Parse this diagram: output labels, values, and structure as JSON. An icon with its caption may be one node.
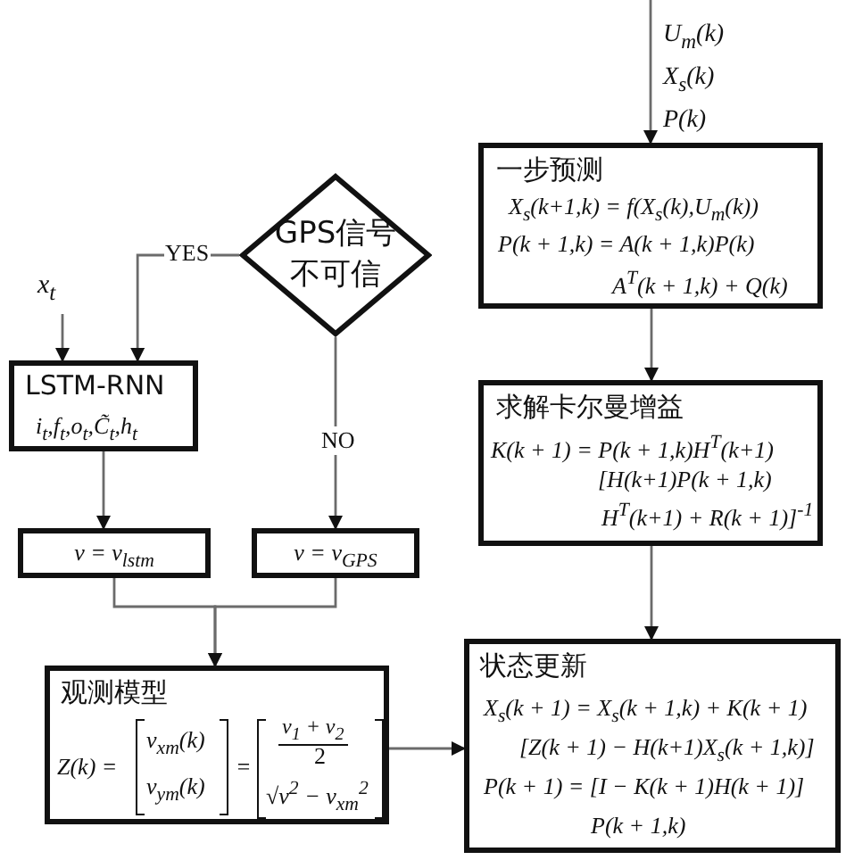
{
  "diagram": {
    "nodes": [
      {
        "text": [
          "一步预测",
          "X$_{s}$(k+1,k) = f(X$_{s}$(k),U$_{m}$(k))",
          "P(k + 1,k) = A(k + 1,k)P(k)",
          "A$^{T}$(k + 1,k) + Q(k)"
        ]
      },
      {
        "text": [
          "求解卡尔曼增益",
          "K(k + 1) = P(k + 1,k)H$^{T}$(k+1)",
          "[H(k+1)P(k + 1,k)",
          "H$^{T}$(k+1) + R(k + 1)]$^{-1}$"
        ]
      },
      {
        "text": [
          "状态更新",
          "X$_{s}$(k + 1) = X$_{s}$(k + 1,k) + K(k + 1)",
          "[Z(k + 1) − H(k+1)X$_{s}$(k + 1,k)]",
          "P(k + 1) = [I − K(k + 1)H(k + 1)]",
          "P(k + 1,k)"
        ]
      },
      {
        "text": [
          "GPS信号不可信"
        ]
      },
      {
        "text": [
          "x$_{t}$"
        ]
      },
      {
        "text": [
          "LSTM-RNN",
          "i$_{t}$,f$_{t}$,o$_{t}$,C̃$_{t}$,h$_{t}$"
        ]
      },
      {
        "text": [
          "v = v$_{lstm}$"
        ]
      },
      {
        "text": [
          "v = v$_{GPS}$"
        ]
      },
      {
        "text": [
          "观测模型",
          "Z(k) =",
          "v$_{xm}$(k)",
          "v$_{ym}$(k)",
          "=",
          "v$_{1}$ + v$_{2}$",
          "2",
          "√v$^{2}$ − v$_{xm}$$^{2}$"
        ]
      }
    ],
    "edges": [
      {
        "from": null,
        "to": 0,
        "arrow": "to",
        "label": "U$_{m}$(k) X$_{s}$(k) P(k)"
      },
      {
        "from": 0,
        "to": 1,
        "arrow": "to"
      },
      {
        "from": 1,
        "to": 2,
        "arrow": "to"
      },
      {
        "from": 3,
        "to": 5,
        "arrow": "to",
        "label": "YES"
      },
      {
        "from": 3,
        "to": 7,
        "arrow": "to",
        "label": "NO"
      },
      {
        "from": 4,
        "to": 5,
        "arrow": "to"
      },
      {
        "from": 5,
        "to": 6,
        "arrow": "to"
      },
      {
        "from": 6,
        "to": 8,
        "arrow": "to"
      },
      {
        "from": 7,
        "to": 8,
        "arrow": "to"
      },
      {
        "from": 8,
        "to": 2,
        "arrow": "to"
      }
    ]
  }
}
